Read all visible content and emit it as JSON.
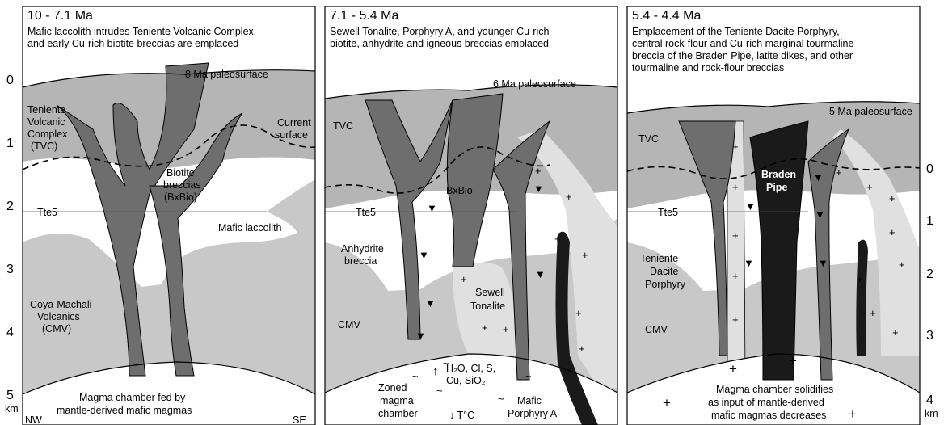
{
  "panels": [
    {
      "title": "10 - 7.1 Ma",
      "description": [
        "Mafic laccolith intrudes Teniente Volcanic Complex,",
        "and early Cu-rich biotite breccias are emplaced"
      ],
      "paleosurface": "8 Ma paleosurface",
      "labels": {
        "tvc": [
          "Teniente",
          "Volcanic",
          "Complex",
          "(TVC)"
        ],
        "current_surface": [
          "Current",
          "surface"
        ],
        "biotite": [
          "Biotite",
          "breccias",
          "(BxBio)"
        ],
        "tte5": "Tte5",
        "laccolith": "Mafic laccolith",
        "cmv": [
          "Coya-Machali",
          "Volcanics",
          "(CMV)"
        ],
        "magma": [
          "Magma chamber fed by",
          "mantle-derived mafic magmas"
        ],
        "nw": "NW",
        "se": "SE"
      }
    },
    {
      "title": "7.1 - 5.4 Ma",
      "description": [
        "Sewell Tonalite, Porphyry A, and younger Cu-rich",
        "biotite, anhydrite and igneous breccias emplaced"
      ],
      "paleosurface": "6 Ma paleosurface",
      "labels": {
        "tvc": "TVC",
        "bxbio": "BxBio",
        "tte5": "Tte5",
        "anhydrite": [
          "Anhydrite",
          "breccia"
        ],
        "sewell": [
          "Sewell",
          "Tonalite"
        ],
        "cmv": "CMV",
        "zoned": [
          "Zoned",
          "magma",
          "chamber"
        ],
        "fluids_line1": "H₂O, Cl, S,",
        "fluids_line2": "Cu, SiO₂",
        "temp": "↓ T°C",
        "mafic_porphyry": [
          "Mafic",
          "Porphyry A"
        ]
      }
    },
    {
      "title": "5.4 - 4.4 Ma",
      "description": [
        "Emplacement of the Teniente Dacite Porphyry,",
        "central rock-flour and Cu-rich marginal tourmaline",
        "breccia of the Braden Pipe, latite dikes, and other",
        "tourmaline and rock-flour breccias"
      ],
      "paleosurface": "5 Ma paleosurface",
      "labels": {
        "tvc": "TVC",
        "braden": [
          "Braden",
          "Pipe"
        ],
        "tte5": "Tte5",
        "dacite": [
          "Teniente",
          "Dacite",
          "Porphyry"
        ],
        "cmv": "CMV",
        "magma": [
          "Magma chamber solidifies",
          "as input of mantle-derived",
          "mafic magmas decreases"
        ]
      }
    }
  ],
  "axes": {
    "left_ticks": [
      "0",
      "1",
      "2",
      "3",
      "4",
      "5"
    ],
    "left_unit": "km",
    "right_ticks": [
      "0",
      "1",
      "2",
      "3",
      "4"
    ],
    "right_unit": "km"
  },
  "colors": {
    "upper_gray": "#b5b5b5",
    "lower_gray": "#c8c8c8",
    "dark_gray": "#6e6e6e",
    "light_gray": "#e0e0e0",
    "black": "#1a1a1a",
    "white": "#ffffff"
  }
}
